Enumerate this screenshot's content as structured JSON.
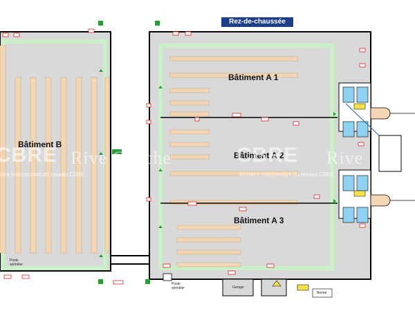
{
  "title": "Rez-de-chaussée",
  "buildings": [
    {
      "id": "b",
      "label": "Bâtiment B"
    },
    {
      "id": "a1",
      "label": "Bâtiment A 1"
    },
    {
      "id": "a2",
      "label": "Bâtiment A 2"
    },
    {
      "id": "a3",
      "label": "Bâtiment A 3"
    }
  ],
  "watermark": {
    "brand": "CBRE",
    "partner": "Rive Gauche",
    "partner_right": "Rive",
    "tagline": "Membre indépendant du réseau CBRE",
    "tagline_left": "ntre indépendant du réseau CBRE"
  },
  "rooms": {
    "garage": "Garage",
    "benne": "Benne",
    "poste_sprinkler_left": "Poste\nsprinkler",
    "poste_sprinkler_bottom": "Poste\nsprinkler"
  },
  "colors": {
    "title_bg": "#1d3f8a",
    "floor": "#d9d9d9",
    "racks": "#f4d6b4",
    "aisle": "#c9f0c6",
    "walls": "#000000",
    "fire_equipment": "#e02020",
    "exit_sign": "#2a9d3a",
    "dock": "#8fd1f0",
    "elevator": "#f4e04d"
  }
}
